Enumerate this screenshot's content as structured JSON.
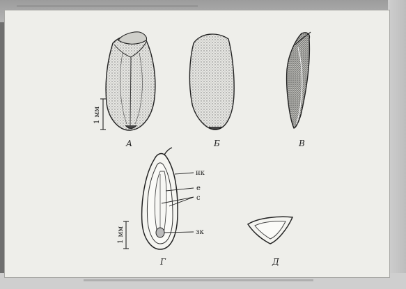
{
  "panels": {
    "a": {
      "caption": "А"
    },
    "b": {
      "caption": "Б"
    },
    "v": {
      "caption": "В"
    },
    "g": {
      "caption": "Г"
    },
    "d": {
      "caption": "Д"
    }
  },
  "scale_bars": {
    "top": {
      "label": "1 мм"
    },
    "bottom": {
      "label": "1 мм"
    }
  },
  "annotations": {
    "nk": "нк",
    "e": "е",
    "s": "с",
    "zk": "зк"
  },
  "colors": {
    "background": "#eeeeea",
    "ink": "#222222",
    "stipple": "#555555"
  }
}
